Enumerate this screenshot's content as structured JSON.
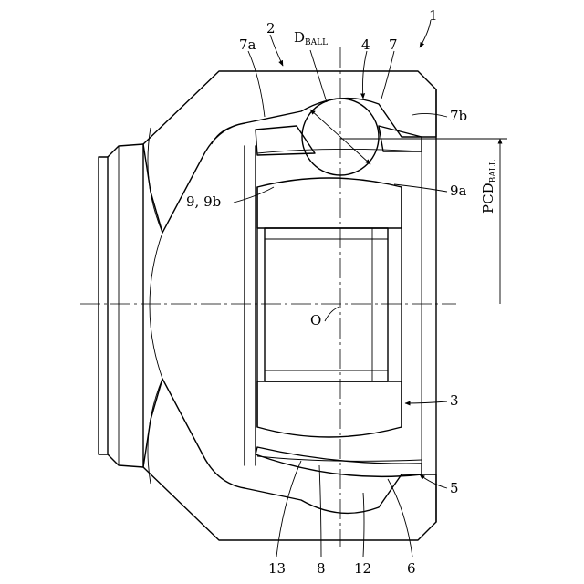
{
  "figure": {
    "labels": {
      "joint": "1",
      "outer_race": "2",
      "inner_race": "3",
      "ball": "4",
      "cage": "5",
      "cage_inner_surface": "6",
      "track_groove_outer": "7",
      "groove_edge_7a": "7a",
      "groove_edge_7b": "7b",
      "outer_sphere": "8",
      "inner_track": "9, 9b",
      "inner_track_9a": "9a",
      "cage_outer_surface": "12",
      "inner_sphere": "13",
      "center": "O"
    },
    "ball_diameter": {
      "main": "D",
      "sub": "BALL"
    },
    "pitch_circle": {
      "main": "PCD",
      "sub": "BALL"
    }
  }
}
